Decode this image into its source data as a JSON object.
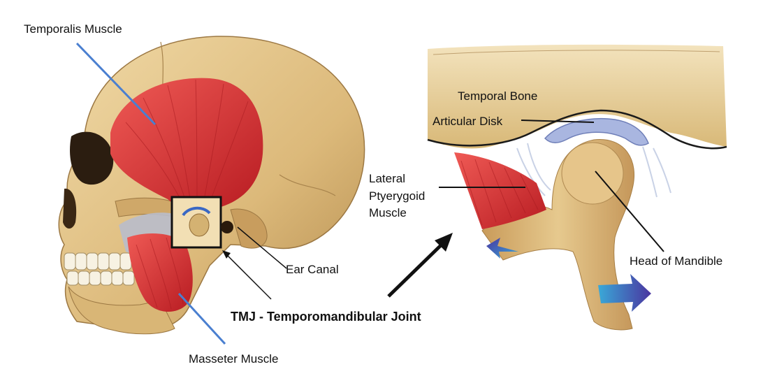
{
  "labels": {
    "temporalis": "Temporalis Muscle",
    "masseter": "Masseter Muscle",
    "ear_canal": "Ear Canal",
    "tmj": "TMJ - Temporomandibular Joint",
    "temporal_bone": "Temporal Bone",
    "articular_disk": "Articular Disk",
    "lateral_pterygoid_line1": "Lateral",
    "lateral_pterygoid_line2": "Ptyerygoid",
    "lateral_pterygoid_line3": "Muscle",
    "head_of_mandible": "Head of Mandible"
  },
  "colors": {
    "bone": "#e2c48c",
    "bone_dark": "#b58d4f",
    "muscle": "#d8282c",
    "muscle_light": "#ef5a55",
    "disk": "#a9b6e0",
    "pointer_blue": "#4a7fd0",
    "arrow_purple": "#4a35a0",
    "arrow_cyan": "#3aa9d8",
    "ligament": "#c9d2e6"
  }
}
